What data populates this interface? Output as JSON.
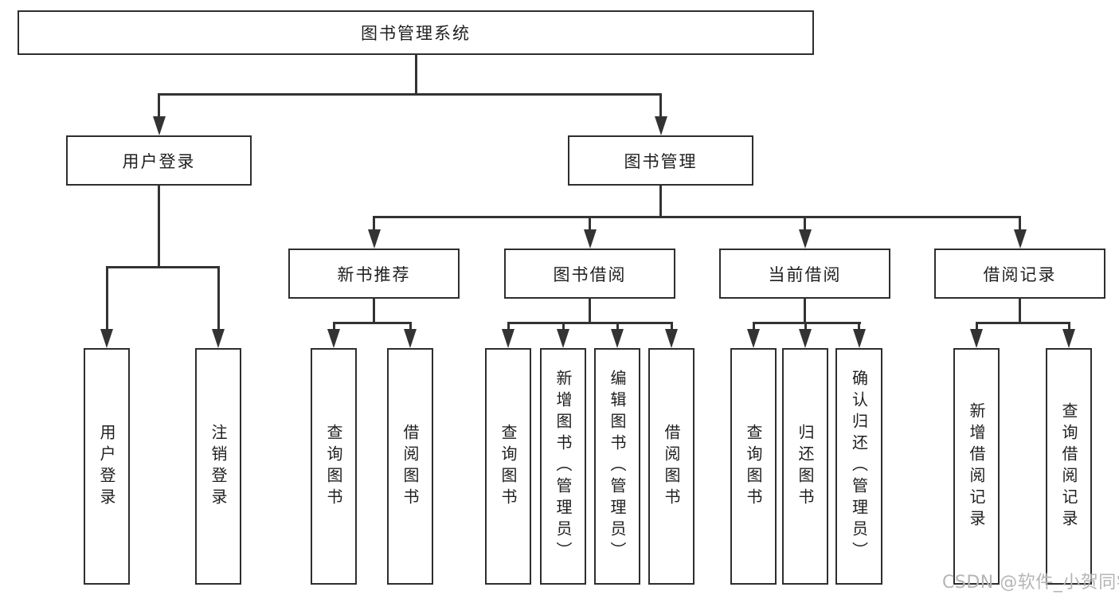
{
  "diagram": {
    "root": {
      "label": "图书管理系统"
    },
    "level2": [
      {
        "label": "用户登录",
        "children": [
          {
            "label": "用户登录"
          },
          {
            "label": "注销登录"
          }
        ]
      },
      {
        "label": "图书管理",
        "children": [
          {
            "label": "新书推荐",
            "children": [
              {
                "label": "查询图书"
              },
              {
                "label": "借阅图书"
              }
            ]
          },
          {
            "label": "图书借阅",
            "children": [
              {
                "label": "查询图书"
              },
              {
                "label": "新增图书（管理员）"
              },
              {
                "label": "编辑图书（管理员）"
              },
              {
                "label": "借阅图书"
              }
            ]
          },
          {
            "label": "当前借阅",
            "children": [
              {
                "label": "查询图书"
              },
              {
                "label": "归还图书"
              },
              {
                "label": "确认归还（管理员）"
              }
            ]
          },
          {
            "label": "借阅记录",
            "children": [
              {
                "label": "新增借阅记录"
              },
              {
                "label": "查询借阅记录"
              }
            ]
          }
        ]
      }
    ]
  },
  "watermark": {
    "text": "CSDN @软件_小贺同学"
  },
  "colors": {
    "line": "#333333",
    "box_border": "#2e2e2e",
    "text": "#1f1f1f",
    "background": "#ffffff",
    "watermark": "#b5b5b5"
  }
}
